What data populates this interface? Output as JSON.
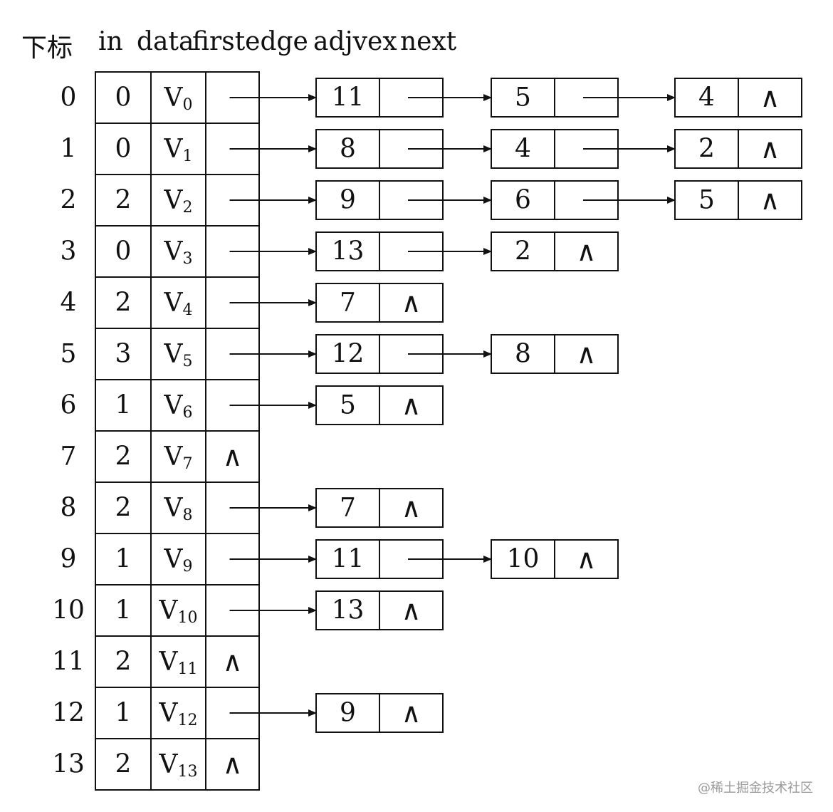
{
  "header": {
    "index": "下标",
    "in": "in",
    "data": "data",
    "firstedge": "firstedge",
    "adjvex": "adjvex",
    "next": "next"
  },
  "null_symbol": "∧",
  "vertices": [
    {
      "index": "0",
      "in": "0",
      "data": "V",
      "sub": "0",
      "edges": [
        "11",
        "5",
        "4"
      ]
    },
    {
      "index": "1",
      "in": "0",
      "data": "V",
      "sub": "1",
      "edges": [
        "8",
        "4",
        "2"
      ]
    },
    {
      "index": "2",
      "in": "2",
      "data": "V",
      "sub": "2",
      "edges": [
        "9",
        "6",
        "5"
      ]
    },
    {
      "index": "3",
      "in": "0",
      "data": "V",
      "sub": "3",
      "edges": [
        "13",
        "2"
      ]
    },
    {
      "index": "4",
      "in": "2",
      "data": "V",
      "sub": "4",
      "edges": [
        "7"
      ]
    },
    {
      "index": "5",
      "in": "3",
      "data": "V",
      "sub": "5",
      "edges": [
        "12",
        "8"
      ]
    },
    {
      "index": "6",
      "in": "1",
      "data": "V",
      "sub": "6",
      "edges": [
        "5"
      ]
    },
    {
      "index": "7",
      "in": "2",
      "data": "V",
      "sub": "7",
      "edges": []
    },
    {
      "index": "8",
      "in": "2",
      "data": "V",
      "sub": "8",
      "edges": [
        "7"
      ]
    },
    {
      "index": "9",
      "in": "1",
      "data": "V",
      "sub": "9",
      "edges": [
        "11",
        "10"
      ]
    },
    {
      "index": "10",
      "in": "1",
      "data": "V",
      "sub": "10",
      "edges": [
        "13"
      ]
    },
    {
      "index": "11",
      "in": "2",
      "data": "V",
      "sub": "11",
      "edges": []
    },
    {
      "index": "12",
      "in": "1",
      "data": "V",
      "sub": "12",
      "edges": [
        "9"
      ]
    },
    {
      "index": "13",
      "in": "2",
      "data": "V",
      "sub": "13",
      "edges": []
    }
  ],
  "watermark": "@稀土掘金技术社区"
}
